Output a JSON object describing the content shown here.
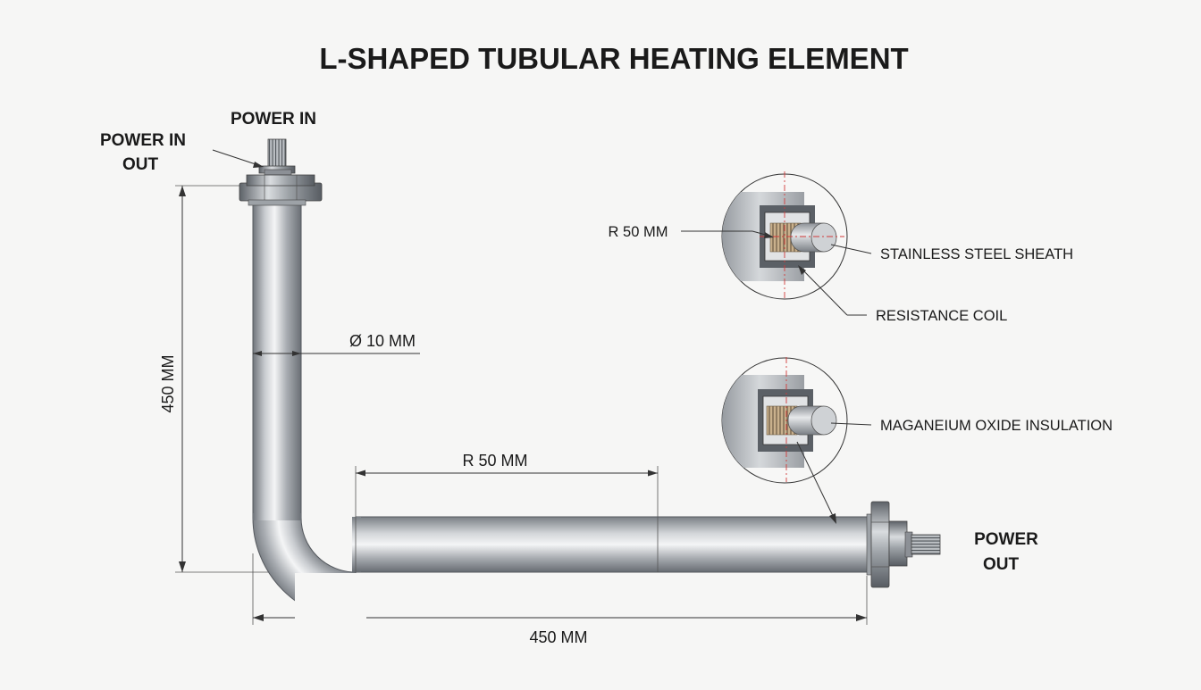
{
  "title": "L-SHAPED TUBULAR HEATING ELEMENT",
  "labels": {
    "power_in_top": "POWER IN",
    "power_in_out_line1": "POWER IN",
    "power_in_out_line2": "OUT",
    "power_out_line1": "POWER",
    "power_out_line2": "OUT"
  },
  "dimensions": {
    "vertical_length": "450 MM",
    "horizontal_length": "450 MM",
    "diameter": "Ø 10 MM",
    "bend_radius": "R 50 MM",
    "detail_radius": "R 50 MM"
  },
  "callouts": {
    "sheath": "STAINLESS STEEL SHEATH",
    "coil": "RESISTANCE COIL",
    "insulation": "MAGANEIUM OXIDE INSULATION"
  },
  "colors": {
    "background": "#f6f6f5",
    "steel_dark": "#7d8288",
    "steel_light": "#eef0f2",
    "line": "#333333",
    "centerline": "#d23a3a"
  }
}
